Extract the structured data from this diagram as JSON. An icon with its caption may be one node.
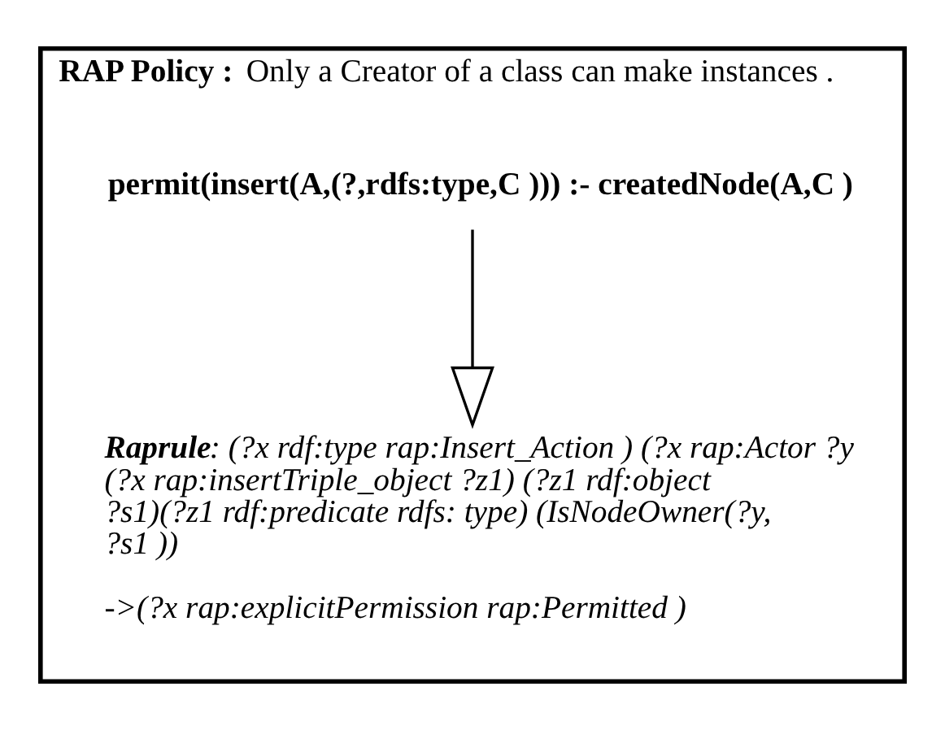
{
  "diagram": {
    "nodes": [
      {
        "text": [
          "RAP Policy :",
          "Only a Creator of a class can make instances ."
        ]
      },
      {
        "text": [
          "permit(insert(A,(?,rdfs:type,C ))) :- createdNode(A,C )"
        ],
        "in": 0
      },
      {
        "text": [
          "Raprule",
          ": (?x rdf:type rap:Insert_Action ) (?x rap:Actor ?y (?x rap:insertTriple_object ?z1) (?z1 rdf:object ?s1)(?z1 rdf:predicate rdfs: type) (IsNodeOwner(?y, ?s1 ))",
          "->(?x rap:explicitPermission rap:Permitted )"
        ],
        "in": 0
      }
    ],
    "edges": [
      {
        "from": 1,
        "to": 2,
        "arrow": "to"
      }
    ]
  }
}
